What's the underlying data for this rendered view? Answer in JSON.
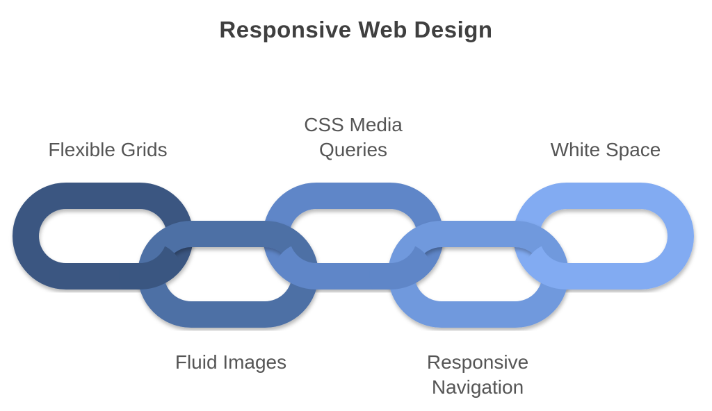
{
  "title": "Responsive Web Design",
  "chain": {
    "description": "Five interlocking chain links representing responsive web design principles",
    "links": [
      {
        "label": "Flexible Grids",
        "color": "#3a5681",
        "row": "top"
      },
      {
        "label": "Fluid Images",
        "color": "#4d6fa5",
        "row": "bottom"
      },
      {
        "label": "CSS Media\nQueries",
        "color": "#5f86c8",
        "row": "top"
      },
      {
        "label": "Responsive\nNavigation",
        "color": "#7099dd",
        "row": "bottom"
      },
      {
        "label": "White Space",
        "color": "#82abf2",
        "row": "top"
      }
    ]
  },
  "text_colors": {
    "title": "#3f3f3f",
    "labels": "#555555"
  },
  "background": "#ffffff"
}
